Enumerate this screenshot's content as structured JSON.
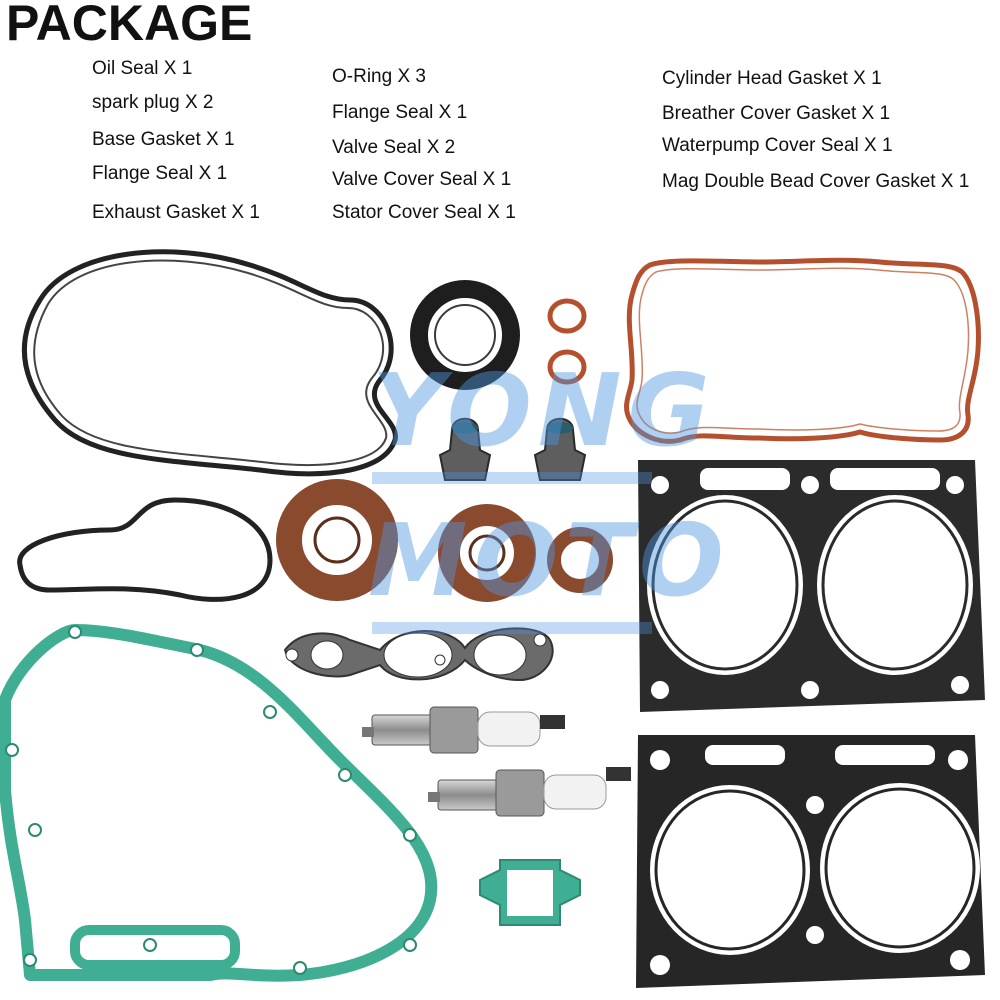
{
  "title": "PACKAGE",
  "columns": [
    [
      "Oil Seal X 1",
      "spark plug X 2",
      "Base Gasket X 1",
      "Flange Seal X 1",
      "Exhaust Gasket X 1"
    ],
    [
      "O-Ring X 3",
      "Flange Seal X 1",
      "Valve Seal X 2",
      "Valve Cover Seal X 1",
      "Stator Cover Seal X 1"
    ],
    [
      "Cylinder Head Gasket X 1",
      "Breather Cover Gasket X 1",
      "Waterpump Cover Seal X 1",
      "Mag Double Bead Cover Gasket X 1"
    ]
  ],
  "watermark": [
    "YONG",
    "MOTO"
  ],
  "colors": {
    "text": "#111111",
    "watermark": "#5096e1",
    "o_ring": "#b5502f",
    "green_gasket": "#3fae93",
    "black_seal": "#222222",
    "brown_seal": "#8a4a2e",
    "metal_gasket": "#2b2b2b"
  }
}
